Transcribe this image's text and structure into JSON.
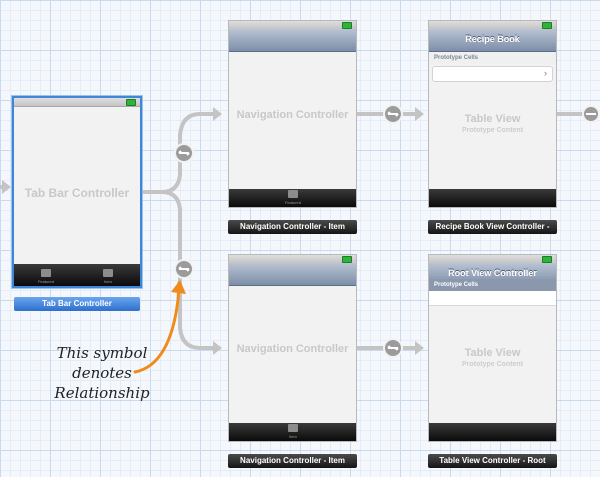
{
  "scenes": {
    "tab_bar": {
      "title": "Tab Bar Controller",
      "tab_left": "Featured",
      "tab_right": "Item",
      "caption": "Tab Bar Controller"
    },
    "nav_top": {
      "title": "Navigation Controller",
      "tab": "Featured",
      "caption": "Navigation Controller - Item"
    },
    "nav_bottom": {
      "title": "Navigation Controller",
      "tab": "Item",
      "caption": "Navigation Controller - Item"
    },
    "recipe_book": {
      "nav_title": "Recipe Book",
      "prototype_header": "Prototype Cells",
      "table_title": "Table View",
      "table_sub": "Prototype Content",
      "caption": "Recipe Book View Controller -"
    },
    "root_view": {
      "nav_title": "Root View Controller",
      "prototype_header": "Prototype Cells",
      "table_title": "Table View",
      "table_sub": "Prototype Content",
      "caption": "Table View Controller - Root"
    }
  },
  "annotation": {
    "lines": [
      "This symbol",
      "denotes",
      "Relationship"
    ],
    "color": "#222222",
    "arrow_color": "#f08a1c"
  },
  "colors": {
    "selection": "#3d86d8",
    "nav_bar": "#8c9bb3",
    "connector": "#c3c3c3"
  }
}
